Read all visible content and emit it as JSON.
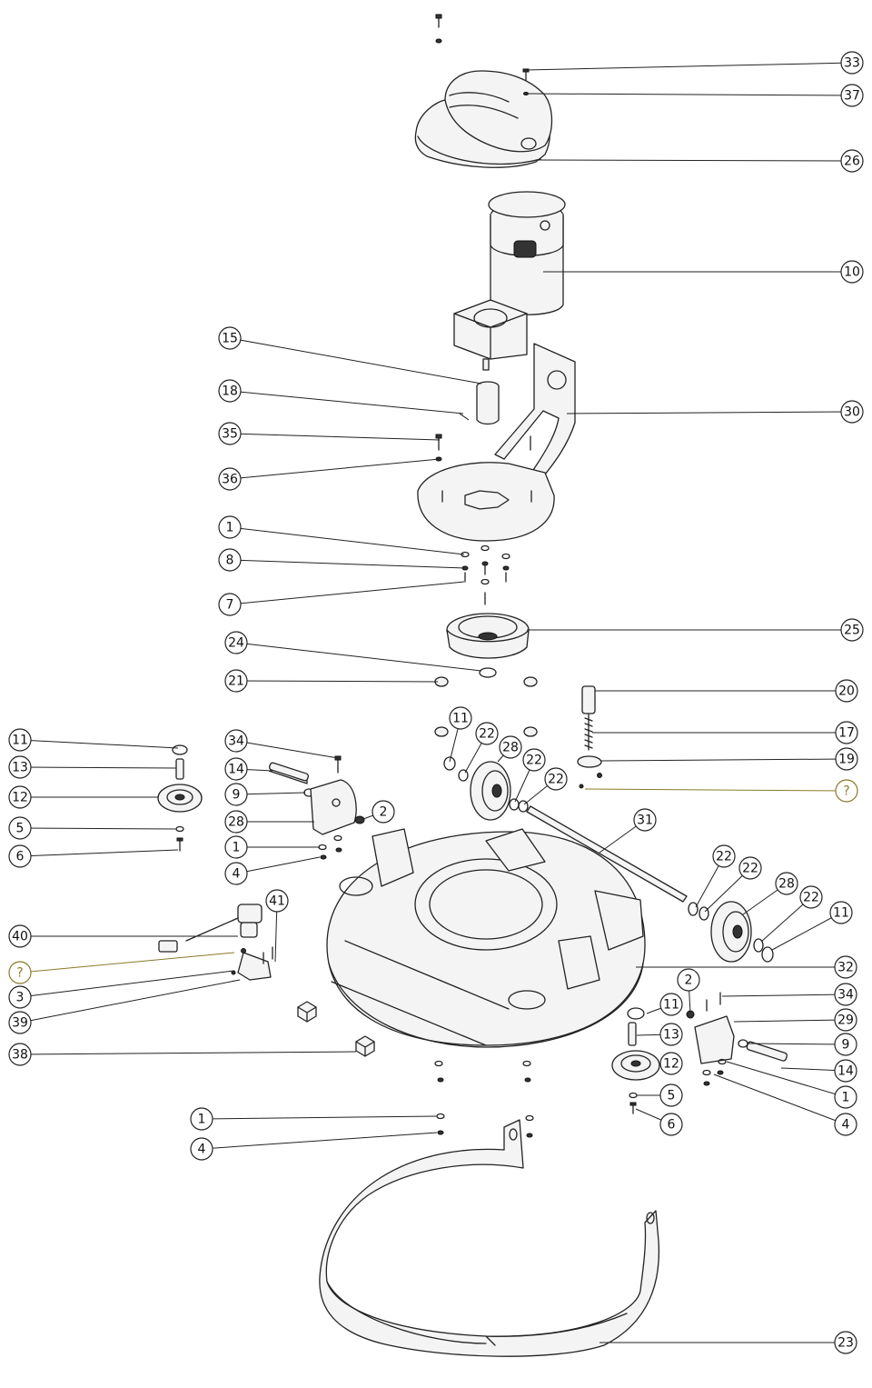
{
  "callouts": [
    {
      "label": "33"
    },
    {
      "label": "37"
    },
    {
      "label": "26"
    },
    {
      "label": "10"
    },
    {
      "label": "15"
    },
    {
      "label": "18"
    },
    {
      "label": "30"
    },
    {
      "label": "35"
    },
    {
      "label": "36"
    },
    {
      "label": "1"
    },
    {
      "label": "8"
    },
    {
      "label": "7"
    },
    {
      "label": "25"
    },
    {
      "label": "24"
    },
    {
      "label": "21"
    },
    {
      "label": "20"
    },
    {
      "label": "17"
    },
    {
      "label": "19"
    },
    {
      "label": "?"
    },
    {
      "label": "11"
    },
    {
      "label": "22"
    },
    {
      "label": "28"
    },
    {
      "label": "22"
    },
    {
      "label": "22"
    },
    {
      "label": "11"
    },
    {
      "label": "13"
    },
    {
      "label": "12"
    },
    {
      "label": "5"
    },
    {
      "label": "6"
    },
    {
      "label": "34"
    },
    {
      "label": "14"
    },
    {
      "label": "9"
    },
    {
      "label": "28"
    },
    {
      "label": "2"
    },
    {
      "label": "1"
    },
    {
      "label": "4"
    },
    {
      "label": "31"
    },
    {
      "label": "22"
    },
    {
      "label": "22"
    },
    {
      "label": "28"
    },
    {
      "label": "22"
    },
    {
      "label": "11"
    },
    {
      "label": "40"
    },
    {
      "label": "41"
    },
    {
      "label": "?"
    },
    {
      "label": "3"
    },
    {
      "label": "39"
    },
    {
      "label": "32"
    },
    {
      "label": "2"
    },
    {
      "label": "34"
    },
    {
      "label": "11"
    },
    {
      "label": "29"
    },
    {
      "label": "13"
    },
    {
      "label": "9"
    },
    {
      "label": "12"
    },
    {
      "label": "14"
    },
    {
      "label": "1"
    },
    {
      "label": "38"
    },
    {
      "label": "5"
    },
    {
      "label": "4"
    },
    {
      "label": "6"
    },
    {
      "label": "1"
    },
    {
      "label": "4"
    },
    {
      "label": "23"
    }
  ],
  "colors": {
    "line": "#222222",
    "unknown_callout": "#8a7a2a",
    "background": "#ffffff"
  }
}
